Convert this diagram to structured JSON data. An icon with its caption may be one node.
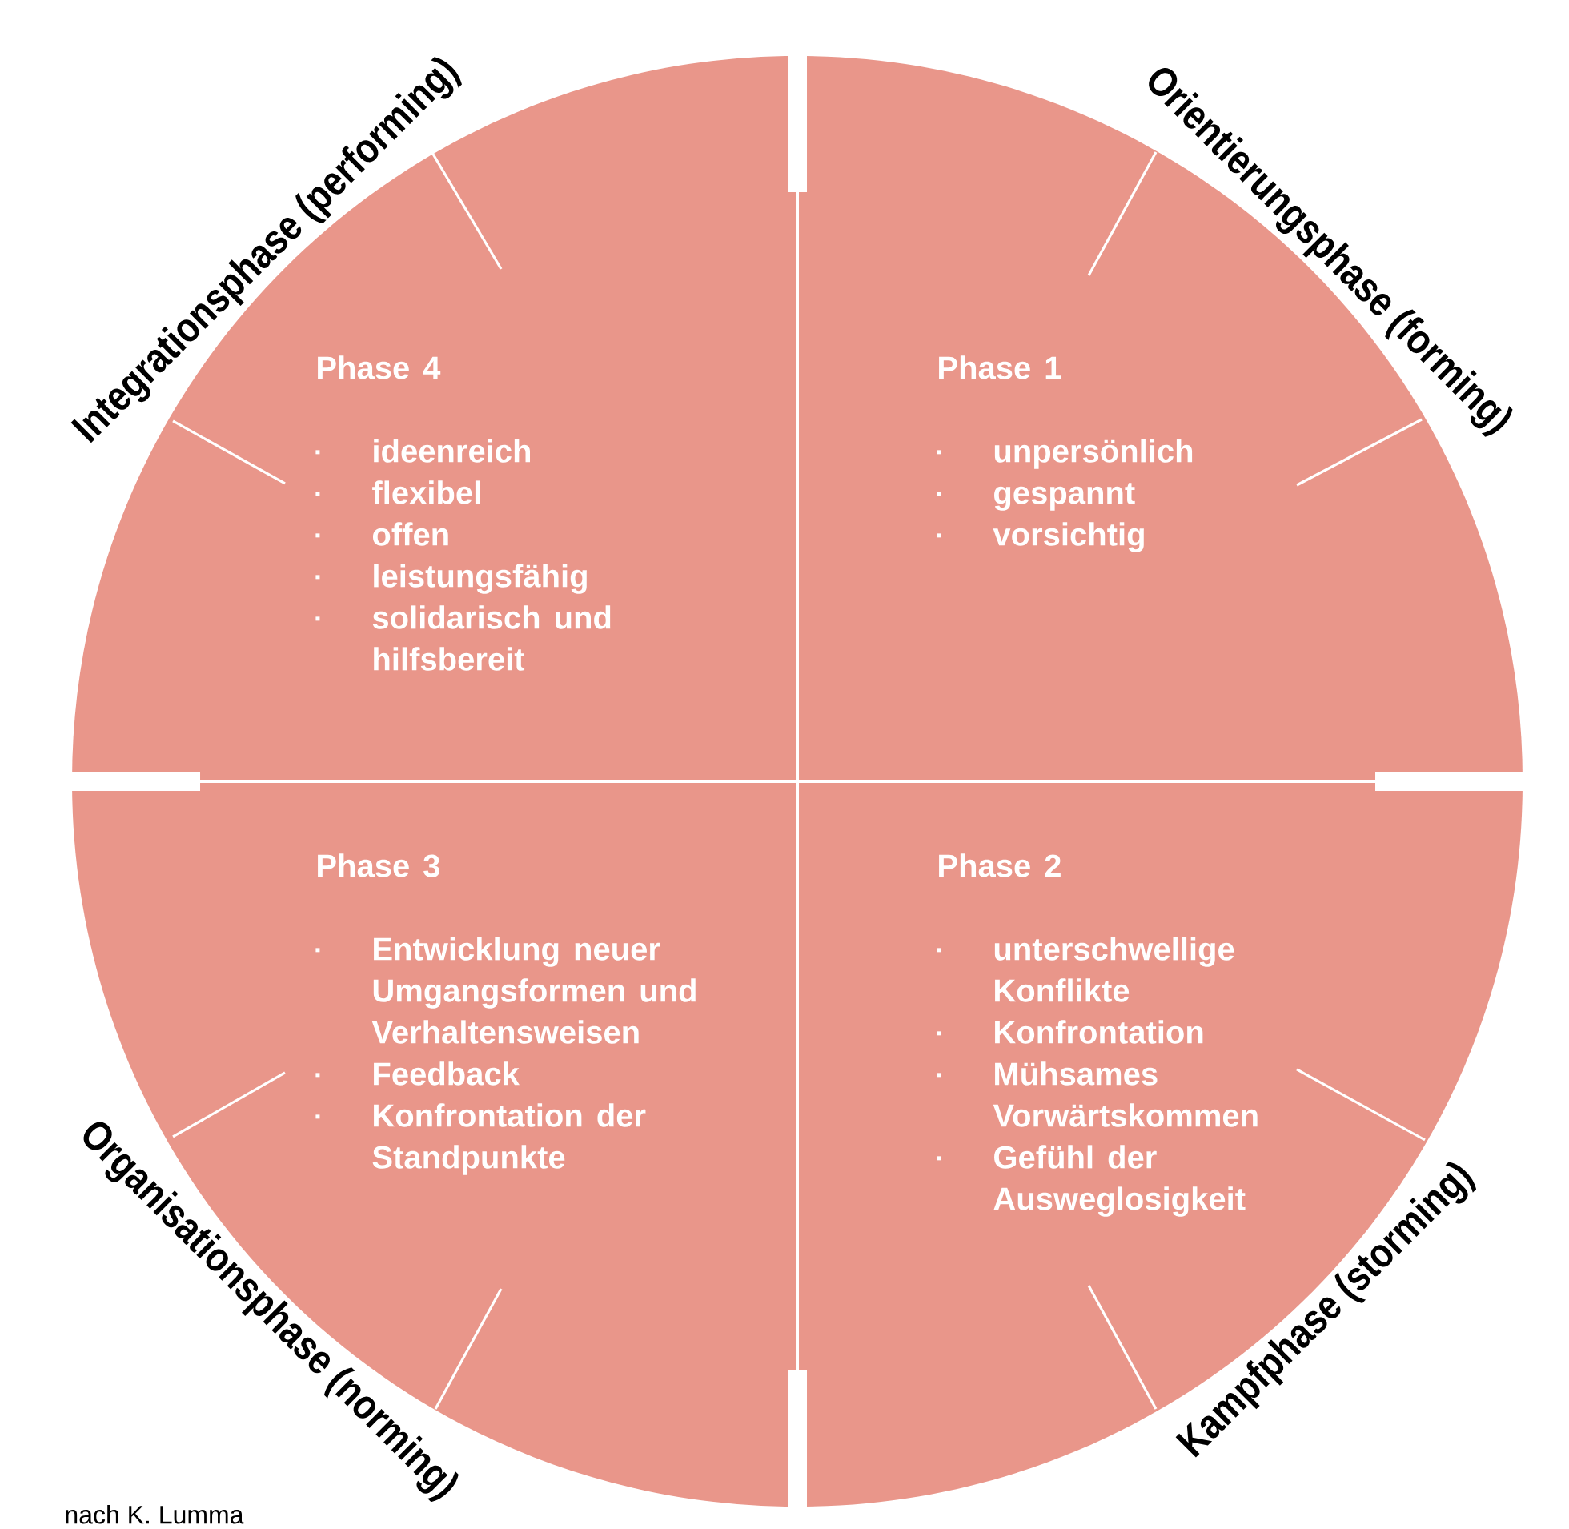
{
  "diagram": {
    "nodes": [
      {
        "text": [
          "Integrationsphase (performing)",
          "Phase 4",
          "ideenreich",
          "flexibel",
          "offen",
          "leistungsfähig",
          "solidarisch und hilfsbereit"
        ]
      },
      {
        "text": [
          "Orientierungsphase (forming)",
          "Phase 1",
          "unpersönlich",
          "gespannt",
          "vorsichtig"
        ]
      },
      {
        "text": [
          "Organisationsphase (norming)",
          "Phase 3",
          "Entwicklung neuer Umgangsformen und Verhaltensweisen",
          "Feedback",
          "Konfrontation der Standpunkte"
        ]
      },
      {
        "text": [
          "Kampfphase (storming)",
          "Phase 2",
          "unterschwellige Konflikte",
          "Konfrontation",
          "Mühsames Vorwärtskommen",
          "Gefühl der Ausweglosigkeit"
        ]
      }
    ],
    "labels": [
      "nach K. Lumma"
    ]
  }
}
